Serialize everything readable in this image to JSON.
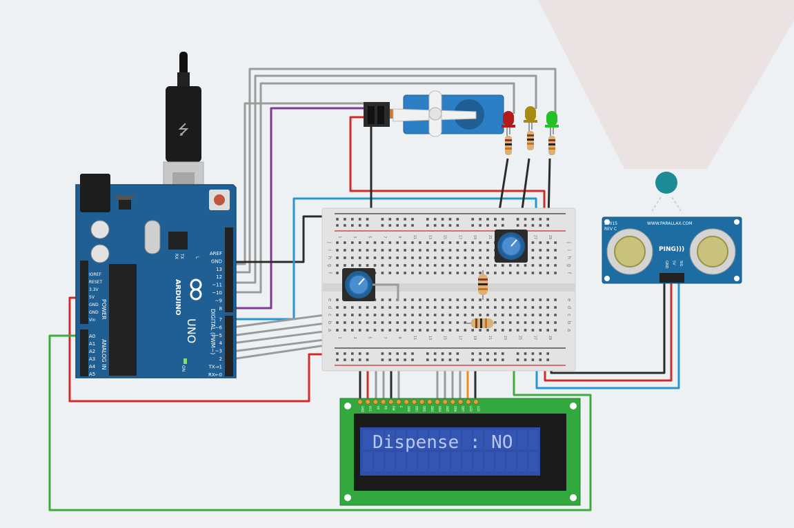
{
  "arduino": {
    "brand": "ARDUINO",
    "model": "UNO",
    "power_header": [
      "IOREF",
      "RESET",
      "3.3V",
      "5V",
      "GND",
      "GND",
      "Vin"
    ],
    "power_label": "POWER",
    "analog_header": [
      "A0",
      "A1",
      "A2",
      "A3",
      "A4",
      "A5"
    ],
    "analog_label": "ANALOG IN",
    "digital_top": [
      "AREF",
      "GND",
      "13",
      "12",
      "~11",
      "~10",
      "~9",
      "8"
    ],
    "digital_bottom": [
      "7",
      "~6",
      "~5",
      "4",
      "~3",
      "2",
      "TX→1",
      "RX←0"
    ],
    "digital_label": "DIGITAL (PWM~)",
    "tx_label": "TX",
    "rx_label": "RX",
    "l_label": "L",
    "on_label": "ON"
  },
  "lcd": {
    "display_text": "Dispense : NO",
    "pins": [
      "GND",
      "VCC",
      "V0",
      "RS",
      "RW",
      "E",
      "DB0",
      "DB1",
      "DB2",
      "DB3",
      "DB4",
      "DB5",
      "DB6",
      "DB7",
      "LED",
      "LED"
    ]
  },
  "ping": {
    "part_code": "28015",
    "rev": "REV C",
    "website": "WWW.PARALLAX.COM",
    "name": "PING)))",
    "pins": [
      "GND",
      "5V",
      "SIG"
    ]
  },
  "breadboard": {
    "row_letters_top": [
      "j",
      "i",
      "h",
      "g",
      "f"
    ],
    "row_letters_bottom": [
      "e",
      "d",
      "c",
      "b",
      "a"
    ],
    "column_numbers": [
      "1",
      "3",
      "5",
      "7",
      "9",
      "11",
      "13",
      "15",
      "17",
      "19",
      "21",
      "23",
      "25",
      "27",
      "29"
    ]
  },
  "leds": [
    {
      "color_name": "red",
      "color": "#b31b1b"
    },
    {
      "color_name": "yellow",
      "color": "#a88a12"
    },
    {
      "color_name": "green",
      "color": "#25c026"
    }
  ],
  "colors": {
    "board_blue": "#1f5f93",
    "wire_red": "#d32a2a",
    "wire_black": "#2b2b2b",
    "wire_gray": "#9a9a9a",
    "wire_blue": "#2596d1",
    "wire_green": "#3daa3d",
    "wire_purple": "#7c3a98",
    "wire_orange": "#ef8b16",
    "lcd_pcb": "#32a83f",
    "ping_board": "#1d6da3"
  }
}
